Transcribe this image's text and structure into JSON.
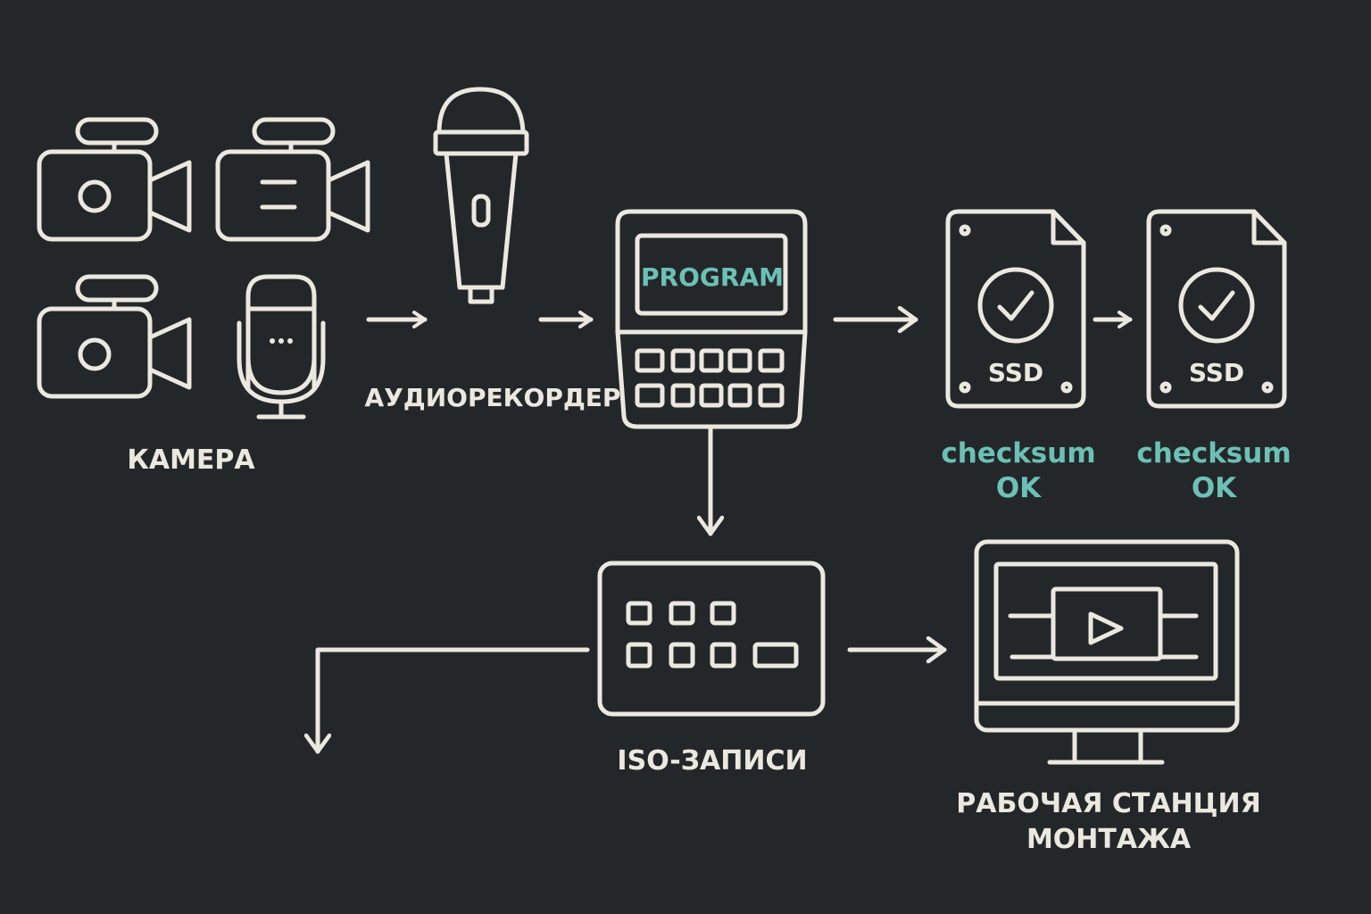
{
  "labels": {
    "camera": "КАМЕРА",
    "audio_recorder": "АУДИОРЕКОРДЕР",
    "program_screen": "PROGRAM",
    "ssd_1": "SSD",
    "ssd_2": "SSD",
    "checksum_1_line1": "checksum",
    "checksum_1_line2": "OK",
    "checksum_2_line1": "checksum",
    "checksum_2_line2": "OK",
    "iso_recordings": "ISO-ЗАПИСИ",
    "workstation_line1": "РАБОЧАЯ СТАНЦИЯ",
    "workstation_line2": "МОНТАЖА"
  },
  "colors": {
    "background": "#24272a",
    "stroke": "#ebe8df",
    "accent": "#6cc0b5"
  }
}
